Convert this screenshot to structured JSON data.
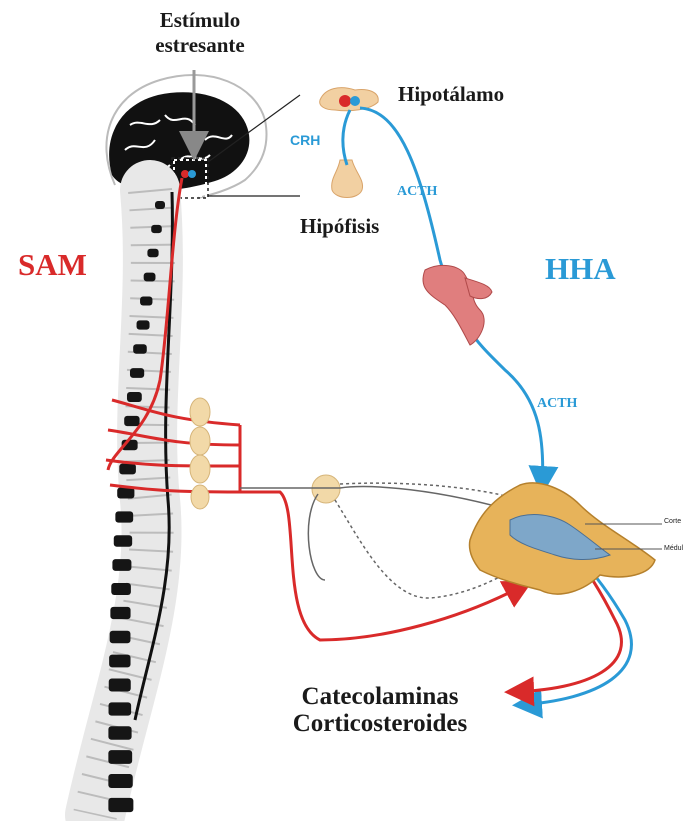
{
  "labels": {
    "stimulus_line1": "Estímulo",
    "stimulus_line2": "estresante",
    "hypothalamus": "Hipotálamo",
    "pituitary": "Hipófisis",
    "sam": "SAM",
    "hha": "HHA",
    "crh": "CRH",
    "acth_upper": "ACTH",
    "acth_lower": "ACTH",
    "cortex": "Corte",
    "medulla": "Médul",
    "output_line1": "Catecolaminas",
    "output_line2": "Corticosteroides"
  },
  "colors": {
    "sam_pathway": "#d92a2a",
    "hha_pathway": "#2a9ad6",
    "brain": "#111111",
    "vertebra": "#151515",
    "adrenal": "#e7b35a",
    "blood_vessel": "#e07e7e",
    "ganglion": "#f2d9a8"
  }
}
